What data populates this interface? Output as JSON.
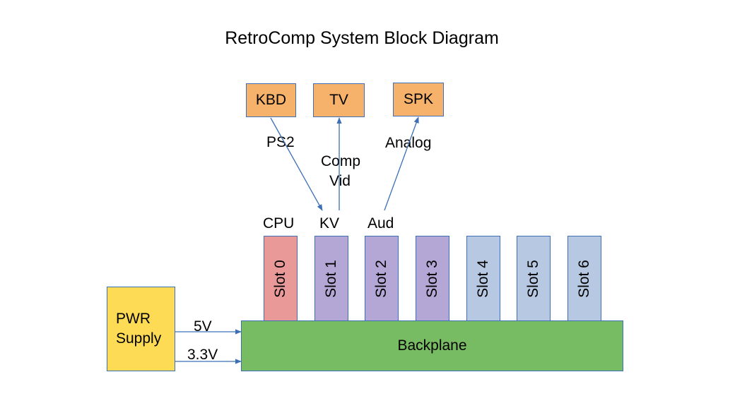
{
  "title": "RetroComp System Block Diagram",
  "peripherals": {
    "kbd": "KBD",
    "tv": "TV",
    "spk": "SPK"
  },
  "links": {
    "ps2": "PS2",
    "comp_line1": "Comp",
    "comp_line2": "Vid",
    "analog": "Analog"
  },
  "card_labels": {
    "cpu": "CPU",
    "kv": "KV",
    "aud": "Aud"
  },
  "slots": [
    "Slot 0",
    "Slot 1",
    "Slot 2",
    "Slot 3",
    "Slot 4",
    "Slot 5",
    "Slot 6"
  ],
  "power": {
    "line1": "PWR",
    "line2": "Supply",
    "v5": "5V",
    "v33": "3.3V"
  },
  "backplane": "Backplane",
  "colors": {
    "peripheral": "#f6b26b",
    "slot_cpu": "#ea9999",
    "slot_occupied": "#b4a7d6",
    "slot_empty": "#b7c9e2",
    "backplane": "#77bb62",
    "power": "#fedb55",
    "border": "#3c6fb6"
  }
}
